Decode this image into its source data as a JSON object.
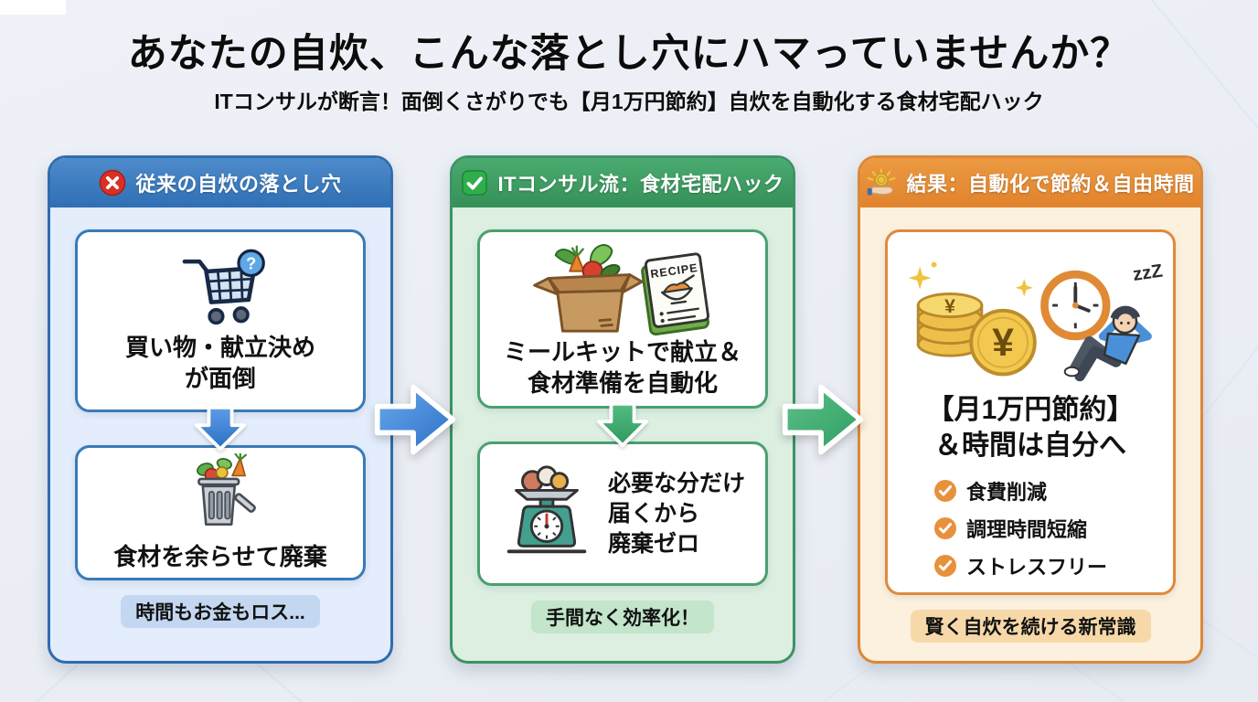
{
  "page": {
    "title": "あなたの自炊、こんな落とし穴にハマっていませんか？",
    "subtitle": "ITコンサルが断言！面倒くさがりでも【月1万円節約】自炊を自動化する食材宅配ハック"
  },
  "problem_column": {
    "header": "従来の自炊の落とし穴",
    "card1_text": "買い物・献立決め\nが面倒",
    "card2_text": "食材を余らせて廃棄",
    "footer": "時間もお金もロス...",
    "cart_question_mark": "?",
    "accent_color": "#2f6cb0"
  },
  "solution_column": {
    "header": "ITコンサル流：食材宅配ハック",
    "card1_text": "ミールキットで献立＆\n食材準備を自動化",
    "card2_text": "必要な分だけ\n届くから\n廃棄ゼロ",
    "footer": "手間なく効率化！",
    "recipe_label": "RECIPE",
    "accent_color": "#3c9363"
  },
  "result_column": {
    "header": "結果：自動化で節約＆自由時間",
    "headline": "【月1万円節約】\n＆時間は自分へ",
    "checklist": [
      "食費削減",
      "調理時間短縮",
      "ストレスフリー"
    ],
    "footer": "賢く自炊を続ける新常識",
    "yen_symbol": "¥",
    "zzz_label": "zzZ",
    "accent_color": "#e78f35"
  }
}
